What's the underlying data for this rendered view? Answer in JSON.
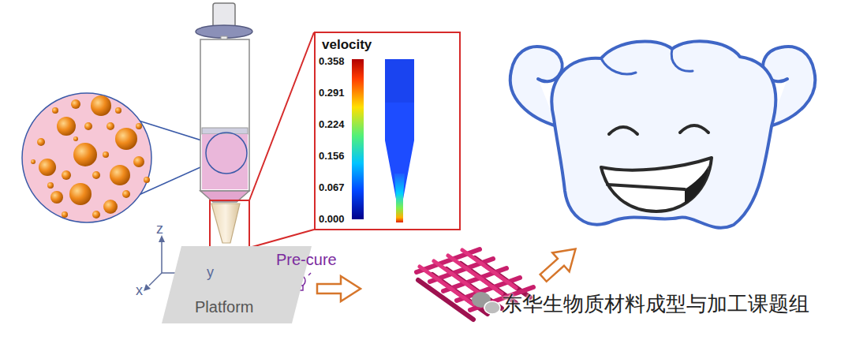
{
  "diagram": {
    "nodes": [
      {
        "text": [
          "velocity",
          "0.358",
          "0.291",
          "0.224",
          "0.156",
          "0.067",
          "0.000"
        ]
      },
      {
        "text": [
          "Platform"
        ]
      }
    ],
    "labels": [
      "z",
      "y",
      "x",
      "Pre-cure",
      "东华生物质材料成型与加工课题组"
    ]
  }
}
